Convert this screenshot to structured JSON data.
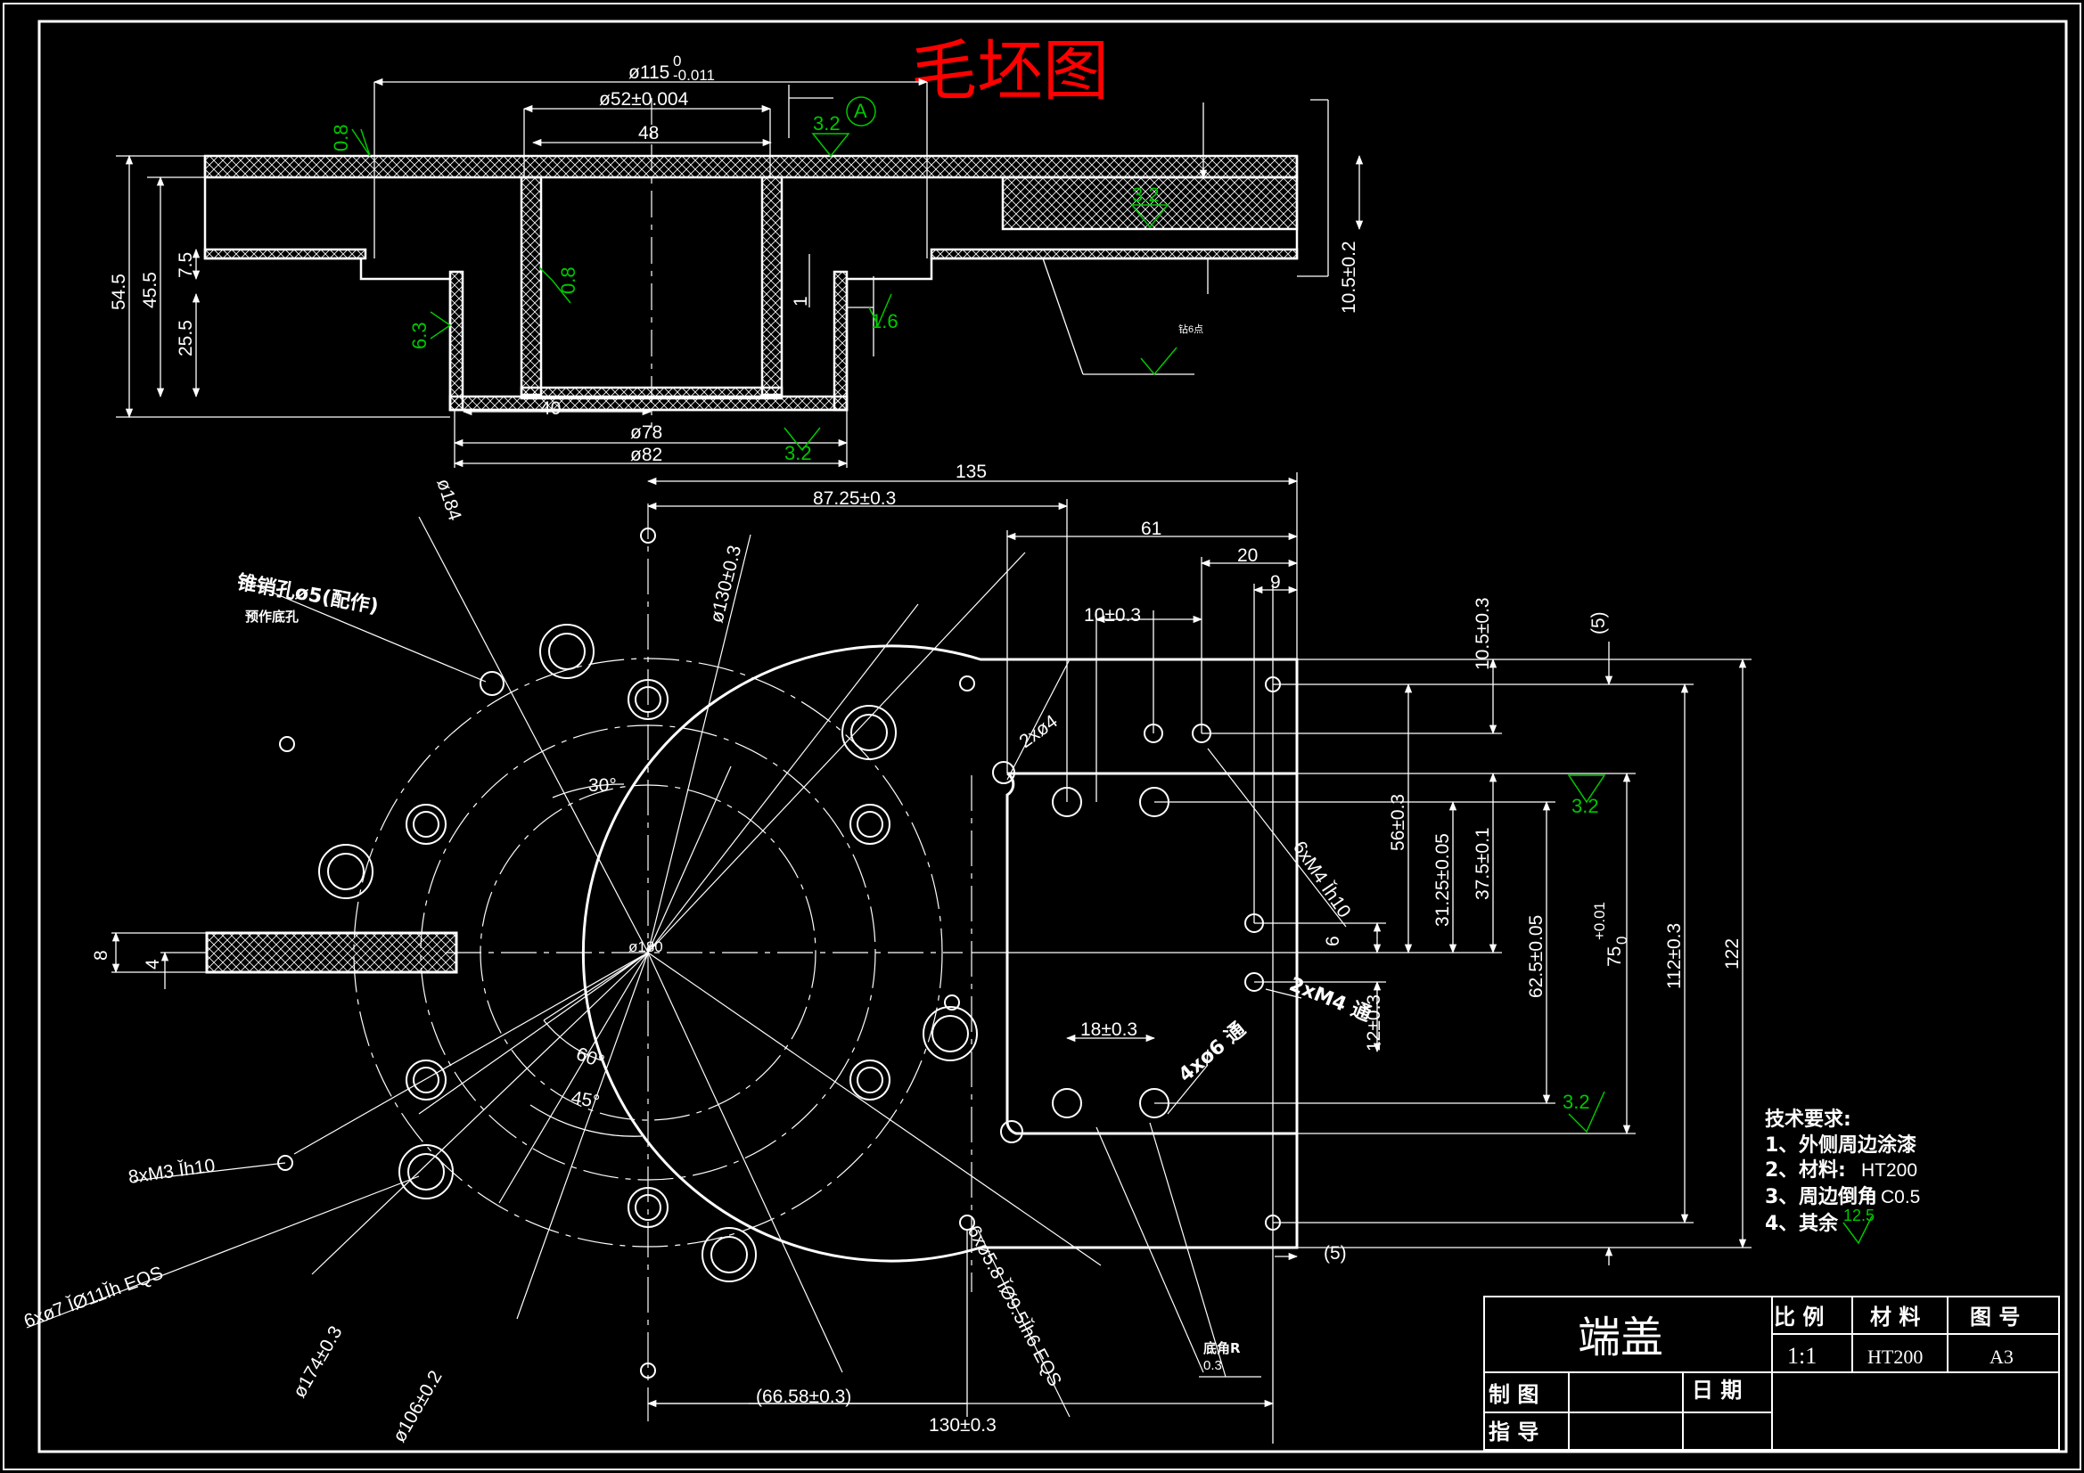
{
  "drawing": {
    "blank_title": "毛坯图",
    "part_name": "端盖",
    "colors": {
      "background": "#000000",
      "line": "#ffffff",
      "roughness": "#00c800",
      "title": "#ff0000"
    }
  },
  "section_view": {
    "dims": {
      "d115": "ø115",
      "d115_upper": "0",
      "d115_lower": "-0.011",
      "d52": "ø52±0.004",
      "w48": "48",
      "d78": "ø78",
      "d82": "ø82",
      "w40": "40",
      "h54_5": "54.5",
      "h45_5": "45.5",
      "h7_5": "7.5",
      "h25_5": "25.5",
      "h10_5": "10.5±0.2",
      "h1": "1"
    },
    "roughness": {
      "r_top_left": "0.8",
      "r_bore": "0.8",
      "r_step": "6.3",
      "r_flange": "1.6",
      "r_top": "3.2",
      "r_pad": "3.2",
      "r_bottom": "3.2"
    },
    "datum": "A",
    "pad_note": "钻6点"
  },
  "plan_view": {
    "dims": {
      "d184": "ø184",
      "d130": "ø130±0.3",
      "d180": "ø180",
      "d174": "ø174±0.3",
      "d106": "ø106±0.2",
      "a30": "30°",
      "a60": "60°",
      "a45": "45°",
      "w135": "135",
      "w87_25": "87.25±0.3",
      "w61": "61",
      "w20": "20",
      "w9": "9",
      "w10_3": "10±0.3",
      "w66_58": "(66.58±0.3)",
      "w130": "130±0.3",
      "w18": "18±0.3",
      "w5b": "(5)",
      "h10_5": "10.5±0.3",
      "h5": "(5)",
      "h56": "56±0.3",
      "h31_25": "31.25±0.05",
      "h37_5": "37.5±0.1",
      "h62_5": "62.5±0.05",
      "h75": "75",
      "h75_tol_up": "+0.01",
      "h75_tol_low": "0",
      "h112": "112±0.3",
      "h122": "122",
      "h6": "6",
      "h12": "12±0.3",
      "h8": "8",
      "h4": "4"
    },
    "callouts": {
      "taper_pin": "锥销孔ø5(配作)",
      "pre_drill": "预作底孔",
      "m3": "8xM3 Ǐh10",
      "holes_7": "6xø7 ǏØ11Ǐh EQS",
      "holes_5_8": "6xø5.8 ǏØ9.5Ǐh6 EQS",
      "hole_2x4": "2xø4",
      "m4_blind": "6xM4 Ǐh10",
      "m4_thru": "2xM4  通",
      "hole_4x6": "4xø6  通",
      "corner_r": "底角R",
      "corner_r_val": "0.3"
    },
    "roughness": {
      "r_right_top": "3.2",
      "r_right_bottom": "3.2"
    }
  },
  "tech_requirements": {
    "title": "技术要求:",
    "items": [
      {
        "num": "1、",
        "text": "外侧周边涂漆"
      },
      {
        "num": "2、",
        "text": "材料:",
        "value": "HT200"
      },
      {
        "num": "3、",
        "text": "周边倒角",
        "value": "C0.5"
      },
      {
        "num": "4、",
        "text": "其余",
        "roughness": "12.5"
      }
    ]
  },
  "title_block": {
    "labels": {
      "scale": "比 例",
      "material": "材 料",
      "drawing_no": "图 号",
      "drawn": "制 图",
      "checked": "指 导",
      "date": "日 期"
    },
    "values": {
      "scale": "1:1",
      "material": "HT200",
      "drawing_no": "A3"
    }
  }
}
